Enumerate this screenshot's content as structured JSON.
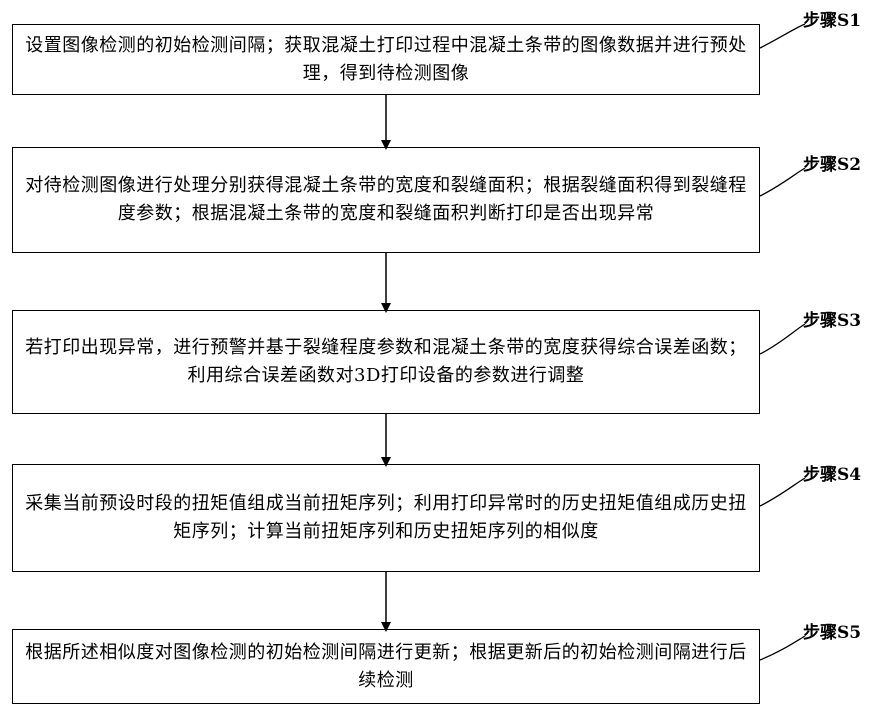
{
  "steps": [
    {
      "label": "步骤S1",
      "text": "设置图像检测的初始检测间隔；获取混凝土打印过程中混凝土条带的图像数据并进行预处理，得到待检测图像"
    },
    {
      "label": "步骤S2",
      "text": "对待检测图像进行处理分别获得混凝土条带的宽度和裂缝面积；根据裂缝面积得到裂缝程度参数；根据混凝土条带的宽度和裂缝面积判断打印是否出现异常"
    },
    {
      "label": "步骤S3",
      "text": "若打印出现异常，进行预警并基于裂缝程度参数和混凝土条带的宽度获得综合误差函数；利用综合误差函数对3D打印设备的参数进行调整"
    },
    {
      "label": "步骤S4",
      "text": "采集当前预设时段的扭矩值组成当前扭矩序列；利用打印异常时的历史扭矩值组成历史扭矩序列；计算当前扭矩序列和历史扭矩序列的相似度"
    },
    {
      "label": "步骤S5",
      "text": "根据所述相似度对图像检测的初始检测间隔进行更新；根据更新后的初始检测间隔进行后续检测"
    }
  ]
}
